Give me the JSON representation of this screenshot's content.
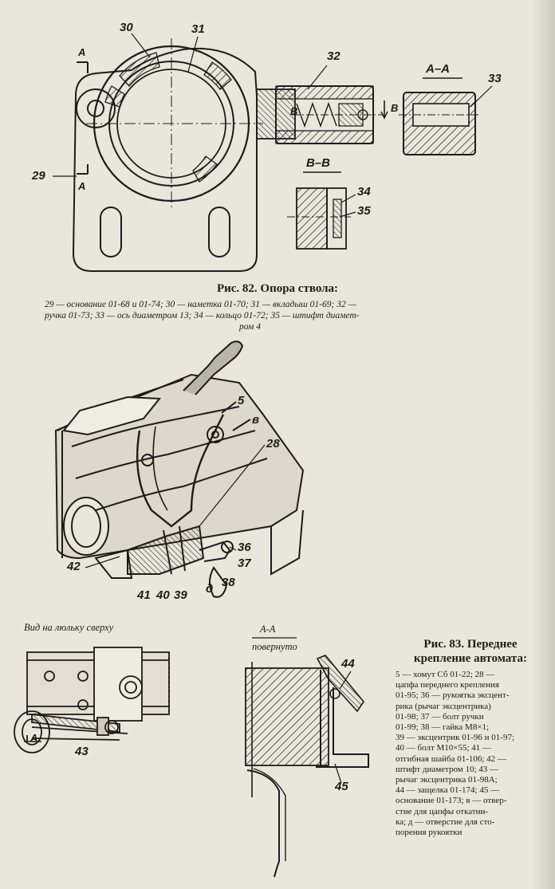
{
  "figure82": {
    "callouts": {
      "c30": "30",
      "c31": "31",
      "c32": "32",
      "c33": "33",
      "c29": "29",
      "c34": "34",
      "c35": "35",
      "a_top": "A",
      "a_bottom": "A",
      "b_left": "B",
      "b_right": "B"
    },
    "section_aa": "A–A",
    "section_bb": "B–B",
    "caption_title": "Рис. 82. Опора ствола:",
    "caption_line1": "29 — основание 01-68 и 01-74; 30 — наметка 01-70; 31 — вкладыш 01-69; 32 —",
    "caption_line2": "ручка 01-73; 33 — ось диаметром 13; 34 — кольцо 01-72; 35 — штифт диамет-",
    "caption_line3": "ром 4"
  },
  "figure83": {
    "callouts": {
      "c5": "5",
      "c8": "в",
      "c28": "28",
      "c36": "36",
      "c37": "37",
      "c38": "38",
      "c_d": "д",
      "c39": "39",
      "c40": "40",
      "c41": "41",
      "c42": "42",
      "c43": "43",
      "c44": "44",
      "c45": "45",
      "a_small": "А"
    },
    "view_label": "Вид на люльку сверху",
    "section_aa": "А-А",
    "section_rotated": "повернуто",
    "caption_title_1": "Рис. 83. Переднее",
    "caption_title_2": "крепление автомата:",
    "caption_lines": [
      "5 — хомут Сб 01-22; 28 —",
      "цапфа переднего крепления",
      "01-95; 36 — рукоятка эксцент-",
      "рика (рычаг эксцентрика)",
      "01-98; 37 — болт ручки",
      "01-99; 38 — гайка M8×1;",
      "39 — эксцентрик 01-96 и 01-97;",
      "40 — болт M10×55; 41 —",
      "отгибная шайба 01-106; 42 —",
      "штифт диаметром 10; 43 —",
      "рычаг эксцентрика 01-98А;",
      "44 — защелка 01-174; 45 —",
      "основание 01-173; в — отвер-",
      "стие для цапфы откатни-",
      "ка; д — отверстие для сто-",
      "порения рукоятки"
    ]
  }
}
